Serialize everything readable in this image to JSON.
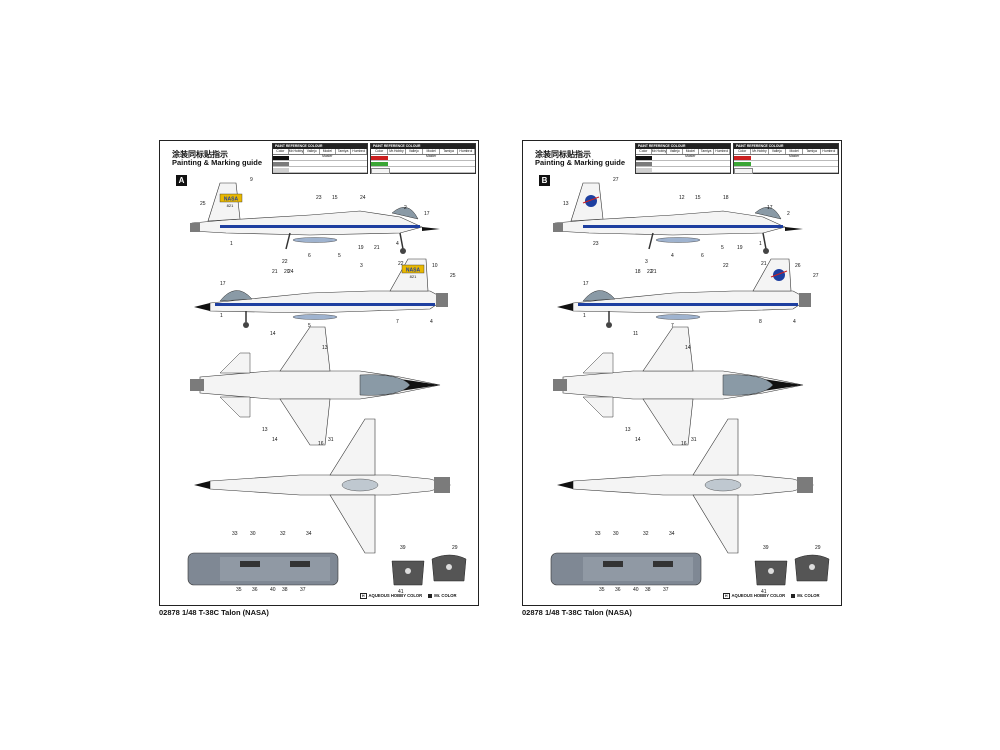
{
  "sheets": [
    {
      "id": "A",
      "title_cn": "涂装同标贴指示",
      "title_en": "Painting & Marking guide",
      "label": "A"
    },
    {
      "id": "B",
      "title_cn": "涂装同标贴指示",
      "title_en": "Painting & Marking guide",
      "label": "B"
    }
  ],
  "paint_ref": {
    "heading": "PAINT REFERENCE COLOUR",
    "columns": [
      "Color",
      "Mr.Hobby",
      "Vallejo",
      "Model Master",
      "Tamiya",
      "Humbrol"
    ]
  },
  "legend": {
    "aqueous": "AQUEOUS HOBBY COLOR",
    "mr": "Mr. COLOR",
    "h_prefix": "H",
    "c_prefix": "C"
  },
  "footer": {
    "code": "02878 1/48 T-38C Talon (NASA)"
  },
  "callouts_a": [
    "9",
    "25",
    "23",
    "15",
    "24",
    "2",
    "17",
    "1",
    "4",
    "6",
    "5",
    "19",
    "21",
    "22",
    "3",
    "22",
    "20",
    "21",
    "24",
    "10",
    "25",
    "17",
    "1",
    "7",
    "4",
    "5",
    "14",
    "13",
    "13",
    "14",
    "16",
    "31",
    "30",
    "33",
    "32",
    "34",
    "35",
    "36",
    "40",
    "38",
    "37",
    "39",
    "29",
    "41"
  ],
  "callouts_b": [
    "27",
    "13",
    "12",
    "15",
    "18",
    "17",
    "2",
    "23",
    "1",
    "4",
    "6",
    "5",
    "19",
    "21",
    "22",
    "3",
    "22",
    "18",
    "21",
    "26",
    "27",
    "17",
    "1",
    "8",
    "4",
    "7",
    "11",
    "14",
    "13",
    "14",
    "16",
    "31",
    "30",
    "33",
    "32",
    "34",
    "35",
    "36",
    "40",
    "38",
    "37",
    "39",
    "29",
    "41"
  ],
  "decal_text": {
    "nasa": "NASA",
    "tail_number": "821"
  },
  "colors": {
    "nasa_blue": "#1e3fa0",
    "tail_yellow": "#e9b800",
    "canopy_grey": "#8a9aa6",
    "nose_black": "#111111",
    "engine_grey": "#7b7b7b",
    "fuselage_white": "#f4f4f4",
    "red_swatch": "#cc2020",
    "green_swatch": "#3aa635"
  }
}
